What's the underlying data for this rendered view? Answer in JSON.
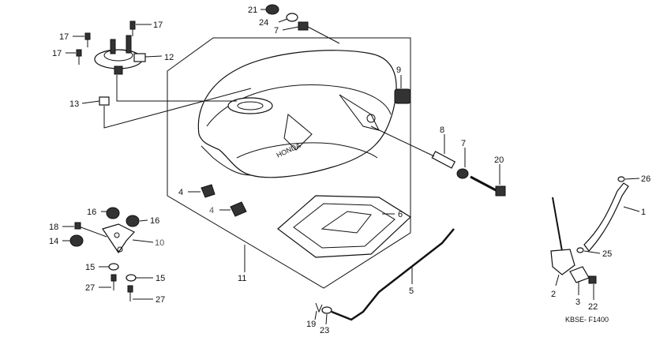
{
  "diagram": {
    "code": "KBSE- F1400",
    "labels": {
      "p1": "1",
      "p2": "2",
      "p3": "3",
      "p4a": "4",
      "p4b": "4",
      "p5": "5",
      "p6": "6",
      "p7a": "7",
      "p7b": "7",
      "p8": "8",
      "p9": "9",
      "p10": "10",
      "p11": "11",
      "p12": "12",
      "p13": "13",
      "p14": "14",
      "p15a": "15",
      "p15b": "15",
      "p16a": "16",
      "p16b": "16",
      "p17a": "17",
      "p17b": "17",
      "p17c": "17",
      "p18": "18",
      "p19": "19",
      "p20": "20",
      "p21": "21",
      "p22": "22",
      "p23": "23",
      "p24": "24",
      "p25": "25",
      "p26": "26",
      "p27a": "27",
      "p27b": "27"
    },
    "tank_logo": "HONDA",
    "colors": {
      "ink": "#111111",
      "paper": "#ffffff",
      "grey_label": "#555555"
    }
  }
}
